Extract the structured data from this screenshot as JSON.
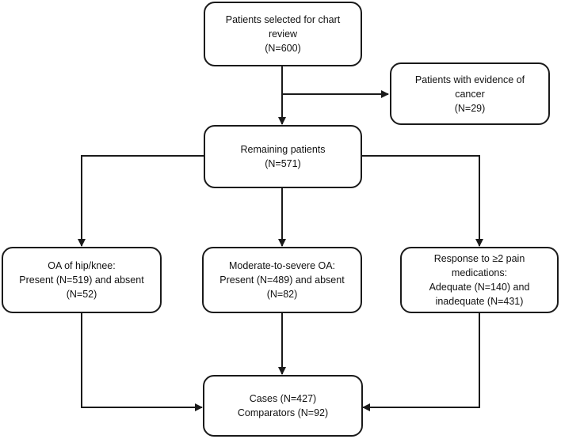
{
  "boxes": {
    "selected": {
      "lines": [
        "Patients selected for chart",
        "review",
        "(N=600)"
      ]
    },
    "cancer": {
      "lines": [
        "Patients with evidence of",
        "cancer",
        "(N=29)"
      ]
    },
    "remaining": {
      "lines": [
        "Remaining patients",
        "(N=571)"
      ]
    },
    "oa_hip_knee": {
      "lines": [
        "OA of hip/knee:",
        "Present (N=519) and absent",
        "(N=52)"
      ]
    },
    "moderate_severe": {
      "lines": [
        "Moderate-to-severe OA:",
        "Present (N=489) and absent",
        "(N=82)"
      ]
    },
    "pain_meds": {
      "lines": [
        "Response to ≥2 pain",
        "medications:",
        "Adequate (N=140) and",
        "inadequate (N=431)"
      ]
    },
    "cases": {
      "lines": [
        "Cases (N=427)",
        "Comparators (N=92)"
      ]
    }
  },
  "colors": {
    "line": "#1a1a1a",
    "box_border": "#1a1a1a",
    "background": "#ffffff"
  }
}
